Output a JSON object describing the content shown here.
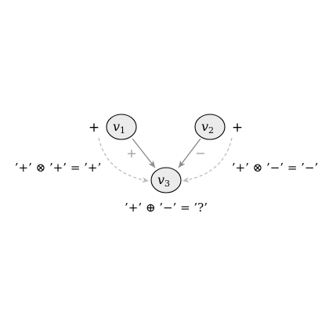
{
  "nodes": {
    "v1": {
      "name": "v",
      "sub": "1",
      "sign": "+"
    },
    "v2": {
      "name": "v",
      "sub": "2",
      "sign": "+"
    },
    "v3": {
      "name": "v",
      "sub": "3"
    }
  },
  "edges": {
    "v1_v3": {
      "label": "+"
    },
    "v2_v3": {
      "label": "−"
    }
  },
  "annotations": {
    "left": "’+’ ⊗ ’+’ = ’+’",
    "right": "’+’ ⊗ ’−’ = ’−’",
    "bottom": "’+’ ⊕ ’−’ = ’?’"
  },
  "colors": {
    "node_fill": "#ebebeb",
    "node_stroke": "#000000",
    "edge": "#8c8c8c",
    "dashed_edge": "#bdbdbd"
  }
}
